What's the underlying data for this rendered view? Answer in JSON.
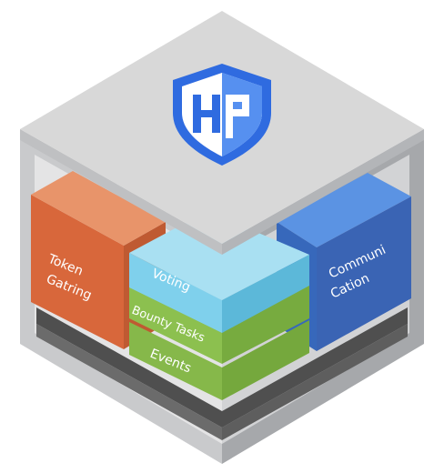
{
  "colors": {
    "frame_light": "#d4d4d4",
    "frame_dark": "#a9abae",
    "base": "#5a5a5a",
    "token": "#e07449",
    "voting": "#7fd0ec",
    "tasks": "#8cc04f",
    "communication": "#3e6fc6",
    "logo": "#2f6be0"
  },
  "logo": {
    "icon": "shield-logo-icon"
  },
  "modules": {
    "token_line1": "Token",
    "token_line2": "Gatring",
    "voting": "Voting",
    "bounty_tasks": "Bounty Tasks",
    "events": "Events",
    "communication_line1": "Communi",
    "communication_line2": "Cation"
  }
}
